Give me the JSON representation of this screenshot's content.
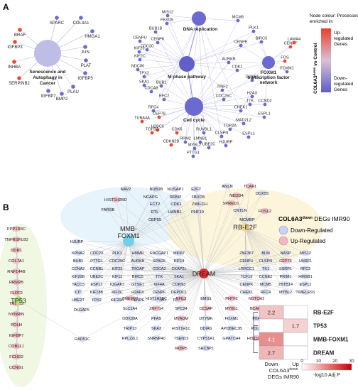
{
  "panel_a": {
    "label": "A",
    "legend": {
      "header": "Node colour: Processes enriched in:",
      "axis_title": "COL6A3down vs Control",
      "axis_title_main": "COL6A3",
      "axis_title_sup": "down",
      "axis_title_rest": " vs Control",
      "up_label": "Up-regulated Genes",
      "down_label": "Down-regulated Genes",
      "up_color": "#e8402a",
      "down_color": "#5b5fc7"
    },
    "hubs": [
      {
        "id": "senescence",
        "label": "Senescence and Autophagy in Cancer",
        "color": "#bdbde6"
      },
      {
        "id": "dna",
        "label": "DNA replication",
        "color": "#6a6ad0"
      },
      {
        "id": "mphase",
        "label": "M phase pathway",
        "color": "#6060c8"
      },
      {
        "id": "cellcycle",
        "label": "Cell cycle",
        "color": "#6a6ad0"
      },
      {
        "id": "foxm1",
        "label": "FOXM1 transcription factor network",
        "color": "#6a6ad0"
      }
    ],
    "senescence_genes": [
      {
        "name": "SPARC",
        "color": "#6a6ad0"
      },
      {
        "name": "COL3A1",
        "color": "#6a6ad0"
      },
      {
        "name": "HMGA1",
        "color": "#6a6ad0"
      },
      {
        "name": "BRAF",
        "color": "#e84a30"
      },
      {
        "name": "JUN",
        "color": "#6a6ad0"
      },
      {
        "name": "IGFBP3",
        "color": "#e84a30"
      },
      {
        "name": "PLAT",
        "color": "#6a6ad0"
      },
      {
        "name": "INHBA",
        "color": "#e84a30"
      },
      {
        "name": "IGFBP5",
        "color": "#6a6ad0"
      },
      {
        "name": "SERPINB2",
        "color": "#e84a30"
      },
      {
        "name": "PLAU",
        "color": "#6a6ad0"
      },
      {
        "name": "IGFBP7",
        "color": "#6a6ad0"
      },
      {
        "name": "BMP2",
        "color": "#6a6ad0"
      }
    ],
    "cycle_genes": [
      {
        "name": "MIS12"
      },
      {
        "name": "FBXO5"
      },
      {
        "name": "MCM5"
      },
      {
        "name": "PLK1"
      },
      {
        "name": "BUB1B"
      },
      {
        "name": "BIRC5"
      },
      {
        "name": "CENPU"
      },
      {
        "name": "CENPE"
      },
      {
        "name": "CENPK"
      },
      {
        "name": "KIF23"
      },
      {
        "name": "KIF2C"
      },
      {
        "name": "CDC20"
      },
      {
        "name": "CENPF"
      },
      {
        "name": "AURKB"
      },
      {
        "name": "CDK1"
      },
      {
        "name": "NDC80"
      },
      {
        "name": "TPX2"
      },
      {
        "name": "SKA1"
      },
      {
        "name": "BUB1"
      },
      {
        "name": "CDCA8"
      },
      {
        "name": "RFC2"
      },
      {
        "name": "TINF2"
      },
      {
        "name": "CDC25C"
      },
      {
        "name": "H2AX"
      },
      {
        "name": "TTK"
      },
      {
        "name": "CCND2"
      },
      {
        "name": "CHEK1"
      },
      {
        "name": "ESPL1"
      },
      {
        "name": "RFC4"
      },
      {
        "name": "CEP78"
      },
      {
        "name": "MAD2L2"
      },
      {
        "name": "TOP2A"
      },
      {
        "name": "CLSPN"
      },
      {
        "name": "HJURP"
      },
      {
        "name": "ESPL1"
      },
      {
        "name": "H2BC5"
      },
      {
        "name": "CDK6"
      },
      {
        "name": "RUVBL1"
      },
      {
        "name": "RRM2"
      },
      {
        "name": "CDKN2B"
      },
      {
        "name": "LMNB1"
      },
      {
        "name": "UBE2C"
      },
      {
        "name": "MYBL2"
      },
      {
        "name": "PTTG1"
      },
      {
        "name": "CCNB1"
      },
      {
        "name": "FOS"
      },
      {
        "name": "FOXM1"
      },
      {
        "name": "LAMA4"
      },
      {
        "name": "TUBA4A"
      },
      {
        "name": "TGFB3"
      }
    ]
  },
  "panel_b": {
    "label": "B",
    "hubs": [
      {
        "id": "foxm1",
        "label": "MMB-FOXM1",
        "color": "#6fd0e8"
      },
      {
        "id": "rbe2f",
        "label": "RB-E2F",
        "color": "#f6e8a8"
      },
      {
        "id": "dream",
        "label": "DREAM",
        "color": "#e03030"
      },
      {
        "id": "tp53",
        "label": "TP53",
        "color": "#b8e07a"
      }
    ],
    "legend": {
      "title_main": "COL6A3",
      "title_sup": "down",
      "title_rest": " DEGs IMR90",
      "down_label": "Down-Regulated",
      "up_label": "Up-Regulated",
      "down_color": "#c8d4f4",
      "up_color": "#f2b7c4"
    },
    "heatmap": {
      "rows": [
        "RB-E2F",
        "TP53",
        "MMB-FOXM1",
        "DREAM"
      ],
      "cols": [
        "Down",
        "Up"
      ],
      "values": [
        [
          2.2,
          null
        ],
        [
          null,
          1.7
        ],
        [
          4.1,
          null
        ],
        [
          2.7,
          null
        ]
      ],
      "xlabel_main": "COL6A3",
      "xlabel_sup": "down",
      "xlabel_line2": "DEGs IMR90",
      "colorbar_ticks": [
        "0",
        "10",
        "20",
        "30"
      ],
      "colorbar_label": "-log10 Adj P",
      "scale_max": 30
    },
    "tp53_genes": [
      "PPP1R3C",
      "TNFRSF10D",
      "DDR1",
      "COL7A1",
      "RNF144B",
      "RRM2B",
      "FLRT2",
      "TRIM22",
      "NYNRIN",
      "POLH",
      "IGFBP7",
      "COBLL1",
      "FCHO2",
      "CCNG1"
    ],
    "top_genes": [
      "NAV2",
      "HIST1H2BD",
      "FARSB",
      "BUB1B",
      "NUSAP1",
      "E2F7",
      "NCAPG",
      "RRM2",
      "FBXO5",
      "ECT2",
      "CDK1",
      "ZWILCH",
      "DTL",
      "LMNB1",
      "PHF19",
      "CEP55",
      "ANLN",
      "TCAF1",
      "NEDD4",
      "DDX55",
      "SPRED1",
      "FOSL2",
      "CNTLN",
      "MCMBP"
    ],
    "grid_left": [
      "KPNA2",
      "CDC20",
      "PLK1",
      "HMMR",
      "RACGAP1",
      "MKI67",
      "BUB1",
      "PTTG1",
      "CDC25C",
      "AURKB",
      "SPAG5",
      "KIF14",
      "CCNA2",
      "CCNB1",
      "KIF23",
      "TROAP",
      "CDCA3",
      "CKAP2L",
      "KIF20B",
      "UBE2C",
      "KIF11",
      "BIRC5",
      "TTK",
      "SKA1",
      "TACC3",
      "ESPL1",
      "IQGAP3",
      "GTSE1",
      "KIF4A",
      "CDKN3",
      "CIT",
      "KIF18B",
      "KIF2C",
      "H2AFX",
      "CENPF",
      "DEPDC1",
      "UBE2T",
      "TPX2",
      "KIF20A",
      "CENPE",
      "NDC80",
      "TOP2A"
    ],
    "grid_right": [
      "ZNF367",
      "BLM",
      "NASP",
      "MIS12",
      "CENPU",
      "CLSPN",
      "CEP78",
      "UHRF1",
      "LRRCC1",
      "TK1",
      "SSRP1",
      "RFC2",
      "TCF19",
      "CCNE2",
      "PRIM1",
      "HMGB1",
      "CENPK",
      "MCM5",
      "ZBTB14",
      "ESPL1",
      "CHEK1",
      "RFC4",
      "MYBL2",
      "TIMELESS"
    ],
    "bottom_genes": [
      "TMEM97",
      "HIST1H2BC",
      "NFIL3",
      "EMG1",
      "PHTF2",
      "NOTCH2",
      "SLC1A4",
      "ZNF714",
      "SPC24",
      "CCSAP",
      "MYBL1",
      "BCAR3",
      "DDX39A",
      "PFAS",
      "MYADM",
      "DTYMK",
      "FOXM1",
      "PBK",
      "TRIP13",
      "SKA3",
      "HIST1H1C",
      "DDIAS",
      "APOBEC3B",
      "PDLQ",
      "RPL22L1",
      "SNRNP40",
      "TSEN15",
      "CYP51A1",
      "GPATCH4",
      "HIST1H4H",
      "FKBP5",
      "SHCBP1"
    ],
    "misc_genes": [
      "HJURP",
      "DLGAP5",
      "RAD51C"
    ],
    "up_genes": [
      "HIST1H2BD",
      "TCAF1",
      "NEDD4",
      "FOSL2",
      "TNFRSF10D",
      "DDR1",
      "COL7A1",
      "RNF144B",
      "FLRT2",
      "TRIM22",
      "NYNRIN",
      "POLH",
      "IGFBP7",
      "COBLL1",
      "FCHO2",
      "CCNG1",
      "PPP1R3C",
      "RRM2B",
      "ZNF714",
      "CEP78",
      "PHTF2",
      "NOTCH2",
      "CCSAP",
      "MYBL1",
      "BCAR3",
      "FKBP5",
      "HIST1H4H",
      "MYADM",
      "TMEM97",
      "NFIL3",
      "SPRED1"
    ]
  }
}
